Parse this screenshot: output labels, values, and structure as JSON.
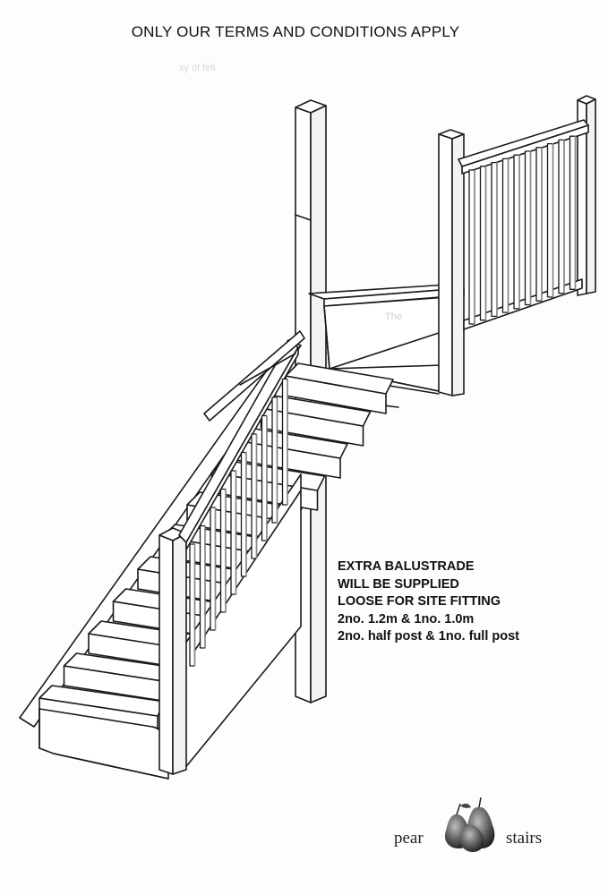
{
  "header": {
    "terms": "ONLY OUR TERMS AND CONDITIONS  APPLY"
  },
  "note": {
    "line1": "EXTRA BALUSTRADE",
    "line2": "WILL BE SUPPLIED",
    "line3": "LOOSE FOR SITE FITTING",
    "line4": "2no. 1.2m & 1no. 1.0m",
    "line5": "2no. half post & 1no. full post"
  },
  "logo": {
    "left_word": "pear",
    "right_word": "stairs",
    "icon": "pear-fruit-icon"
  }
}
